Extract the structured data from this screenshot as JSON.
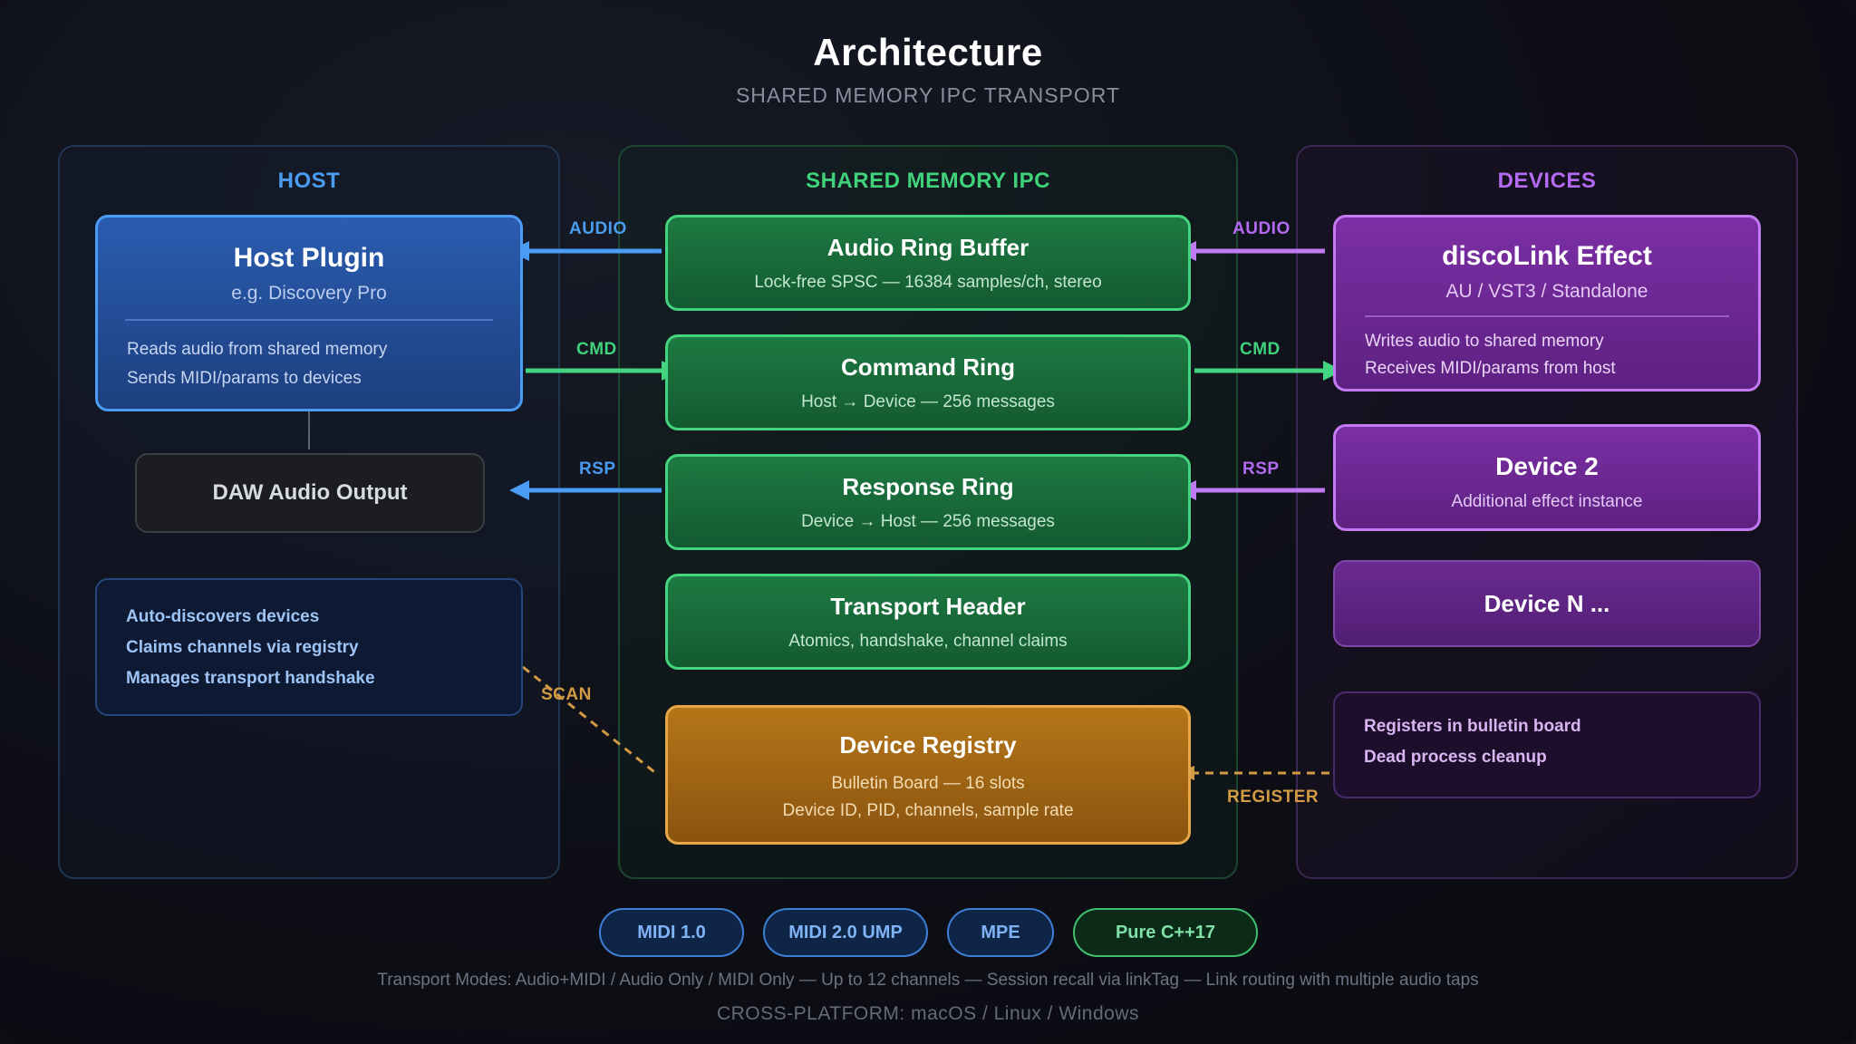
{
  "header": {
    "title": "Architecture",
    "subtitle": "SHARED MEMORY IPC TRANSPORT"
  },
  "host": {
    "panel_title": "HOST",
    "plugin": {
      "title": "Host Plugin",
      "subtitle": "e.g. Discovery Pro",
      "lines": [
        "Reads audio from shared memory",
        "Sends MIDI/params to devices"
      ]
    },
    "daw_output": "DAW Audio Output",
    "info": [
      "Auto-discovers devices",
      "Claims channels via registry",
      "Manages transport handshake"
    ]
  },
  "shared_memory": {
    "panel_title": "SHARED MEMORY IPC",
    "rings": [
      {
        "title": "Audio Ring Buffer",
        "subtitle": "Lock-free SPSC — 16384 samples/ch, stereo"
      },
      {
        "title": "Command Ring",
        "subtitle": "Host → Device — 256 messages"
      },
      {
        "title": "Response Ring",
        "subtitle": "Device → Host — 256 messages"
      },
      {
        "title": "Transport Header",
        "subtitle": "Atomics, handshake, channel claims"
      }
    ],
    "registry": {
      "title": "Device Registry",
      "line1": "Bulletin Board — 16 slots",
      "line2": "Device ID, PID, channels, sample rate"
    }
  },
  "devices": {
    "panel_title": "DEVICES",
    "disco": {
      "title": "discoLink Effect",
      "subtitle": "AU / VST3 / Standalone",
      "lines": [
        "Writes audio to shared memory",
        "Receives MIDI/params from host"
      ]
    },
    "device2": {
      "title": "Device 2",
      "subtitle": "Additional effect instance"
    },
    "deviceN": {
      "title": "Device N ..."
    },
    "info": [
      "Registers in bulletin board",
      "Dead process cleanup"
    ]
  },
  "connections": {
    "left": {
      "audio": "AUDIO",
      "cmd": "CMD",
      "rsp": "RSP",
      "scan": "SCAN"
    },
    "right": {
      "audio": "AUDIO",
      "cmd": "CMD",
      "rsp": "RSP",
      "register": "REGISTER"
    }
  },
  "badges": [
    "MIDI 1.0",
    "MIDI 2.0 UMP",
    "MPE",
    "Pure C++17"
  ],
  "footer": {
    "modes": "Transport Modes: Audio+MIDI / Audio Only / MIDI Only — Up to 12 channels — Session recall via linkTag — Link routing with multiple audio taps",
    "platforms": "CROSS-PLATFORM: macOS / Linux / Windows"
  },
  "colors": {
    "host_blue": "#4a9cf0",
    "shm_green": "#3fd27a",
    "device_purple": "#b36af0",
    "registry_orange": "#e8a64a",
    "background": "#0f1017"
  }
}
